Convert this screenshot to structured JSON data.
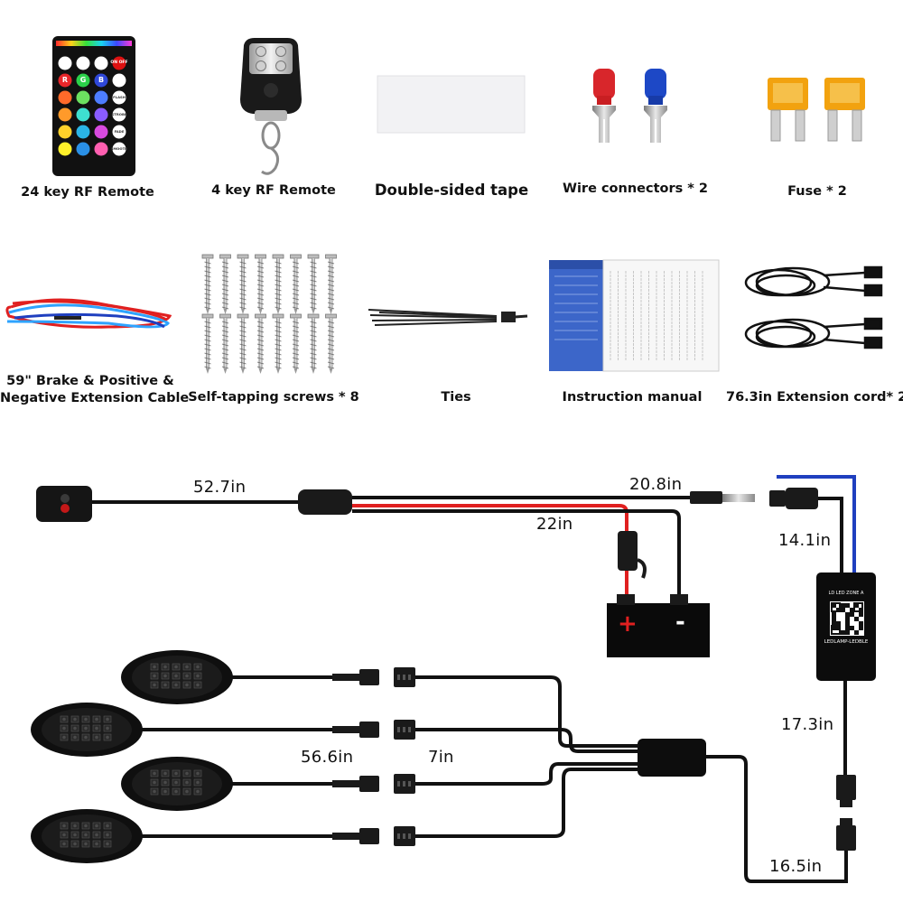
{
  "accessories": {
    "row1": [
      {
        "label": "24 key RF Remote"
      },
      {
        "label": "4 key RF Remote"
      },
      {
        "label": "Double-sided tape"
      },
      {
        "label": "Wire connectors * 2"
      },
      {
        "label": "Fuse * 2"
      }
    ],
    "row2": [
      {
        "label_line1": "59\" Brake & Positive &",
        "label_line2": "Negative Extension Cable"
      },
      {
        "label": "Self-tapping screws * 8"
      },
      {
        "label": "Ties"
      },
      {
        "label": "Instruction manual"
      },
      {
        "label": "76.3in Extension cord* 2"
      }
    ]
  },
  "remote24": {
    "row1": [
      "",
      "",
      "",
      "ON OFF"
    ],
    "rgbw": [
      "R",
      "G",
      "B",
      "W"
    ],
    "side": [
      "FLASH",
      "STROBE",
      "FADE",
      "SMOOTH"
    ]
  },
  "wiring": {
    "switch_cable": "52.7in",
    "power_cable": "20.8in",
    "fuse_cable": "22in",
    "battery_plus": "+",
    "battery_minus": "-",
    "controller_in": "14.1in",
    "controller_out": "17.3in",
    "lead_cable": "16.5in",
    "pod_cable": "56.6in",
    "splitter_cable": "7in",
    "controller_text_top": "LD LED ZONE A",
    "controller_text_bottom": "LEDLAMP-LEDBLE"
  },
  "colors": {
    "red_wire": "#e02020",
    "blue_wire": "#1f3fbf",
    "black_wire": "#111111",
    "fuse_amber": "#f2a20f",
    "connector_red": "#d8262b",
    "connector_blue": "#1d48c6"
  }
}
